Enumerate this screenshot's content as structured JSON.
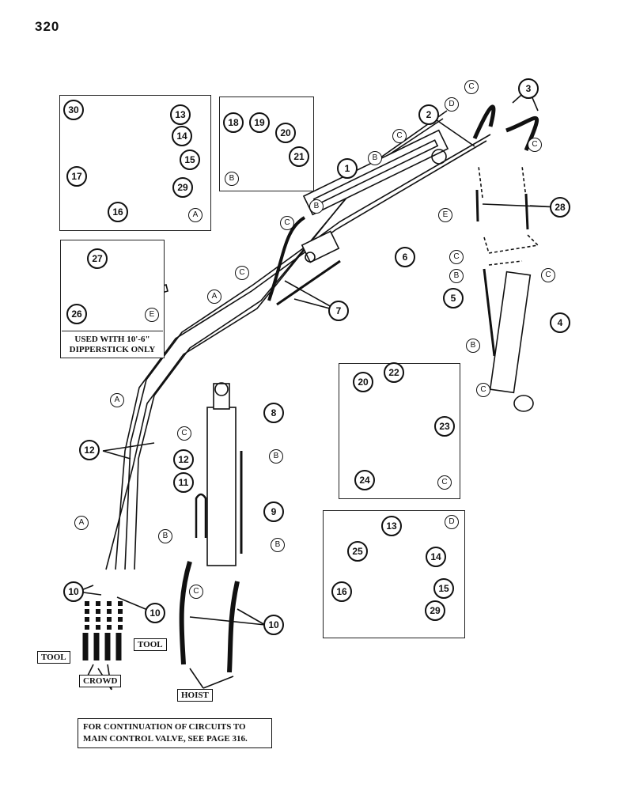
{
  "page_number": "320",
  "panels": {
    "A": {
      "letter": "A"
    },
    "B": {
      "letter": "B"
    },
    "C": {
      "letter": "C"
    },
    "D": {
      "letter": "D"
    },
    "E": {
      "letter": "E",
      "note_line1": "USED WITH 10'-6\"",
      "note_line2": "DIPPERSTICK ONLY"
    }
  },
  "callouts": {
    "n1": "1",
    "n2": "2",
    "n3": "3",
    "n4": "4",
    "n5": "5",
    "n6": "6",
    "n7": "7",
    "n8": "8",
    "n9": "9",
    "n10": "10",
    "n11": "11",
    "n12": "12",
    "n13": "13",
    "n14": "14",
    "n15": "15",
    "n16": "16",
    "n17": "17",
    "n18": "18",
    "n19": "19",
    "n20": "20",
    "n21": "21",
    "n22": "22",
    "n23": "23",
    "n24": "24",
    "n25": "25",
    "n26": "26",
    "n27": "27",
    "n28": "28",
    "n29": "29",
    "n30": "30"
  },
  "letters": {
    "A": "A",
    "B": "B",
    "C": "C",
    "D": "D",
    "E": "E"
  },
  "port_labels": {
    "tool": "TOOL",
    "crowd": "CROWD",
    "hoist": "HOIST"
  },
  "footnote": {
    "line1": "FOR CONTINUATION OF CIRCUITS TO",
    "line2": "MAIN CONTROL VALVE, SEE PAGE 316."
  }
}
